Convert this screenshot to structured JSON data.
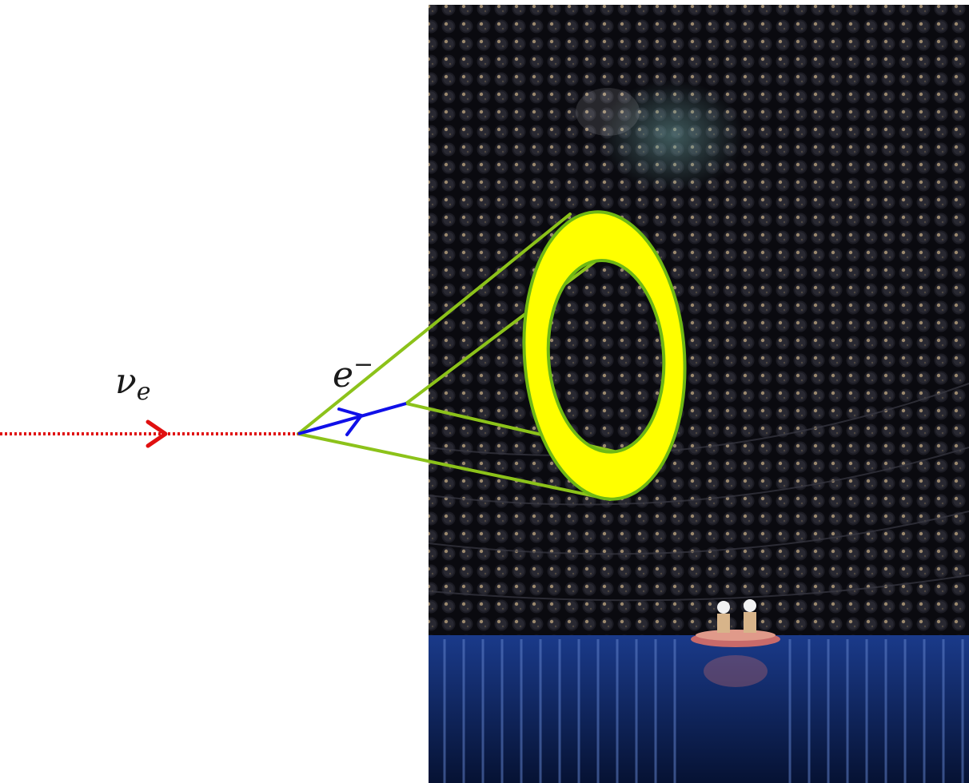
{
  "diagram": {
    "neutrino_label": "ν",
    "neutrino_subscript": "e",
    "electron_label": "e",
    "electron_superscript": "−"
  },
  "colors": {
    "neutrino_arrow": "#e01010",
    "electron_arrow": "#1010e8",
    "cherenkov_cone": "#8cc21a",
    "ring_fill": "#ffff00",
    "ring_outline": "#6fb814",
    "detector_wall": "#14141c",
    "pmt_highlight": "#c9a77a",
    "water": "#0f2a66"
  },
  "icons": {
    "detector": "detector-photo-icon",
    "ring": "cherenkov-ring-icon"
  }
}
